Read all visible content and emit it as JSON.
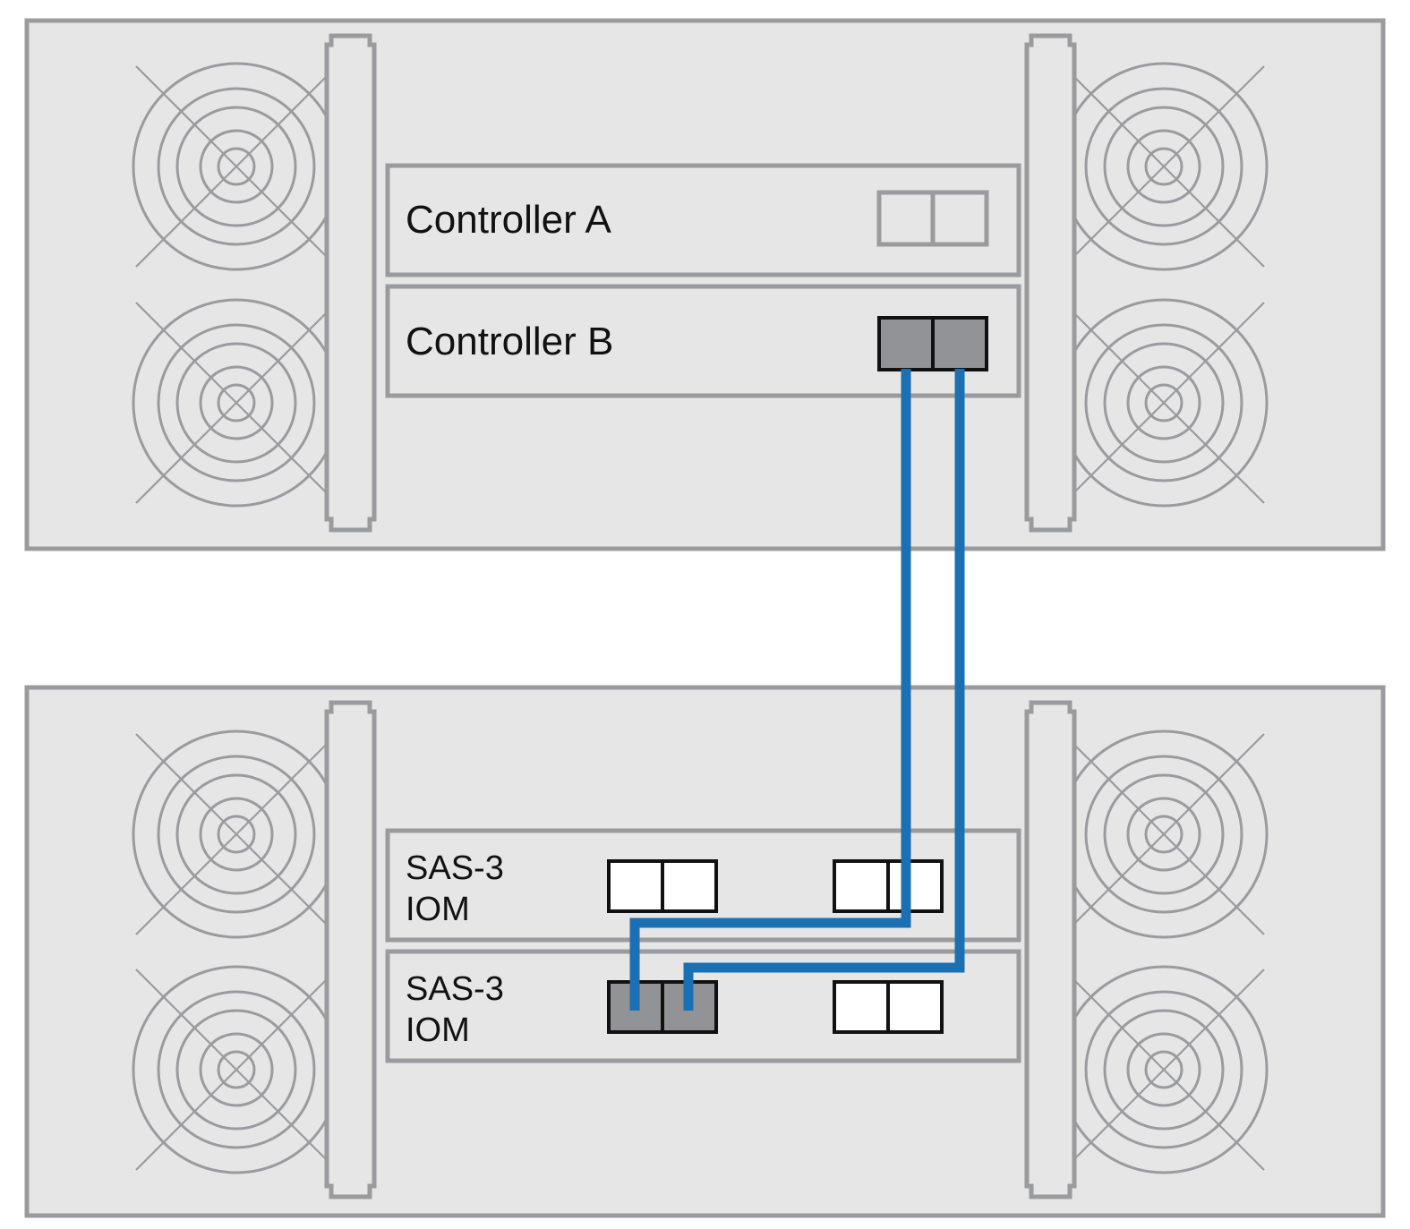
{
  "colors": {
    "chassis_fill": "#e6e6e7",
    "chassis_stroke": "#9a9b9e",
    "port_used_fill": "#929396",
    "cable": "#1b70b3",
    "text": "#111111"
  },
  "controller_shelf": {
    "modules": [
      {
        "label": "Controller A",
        "port_state": "unused"
      },
      {
        "label": "Controller B",
        "port_state": "connected"
      }
    ]
  },
  "drive_shelf": {
    "modules": [
      {
        "label_line1": "SAS-3",
        "label_line2": "IOM"
      },
      {
        "label_line1": "SAS-3",
        "label_line2": "IOM"
      }
    ]
  },
  "icons": {
    "fan": "fan-grille-icon",
    "port": "sas-port-icon"
  }
}
